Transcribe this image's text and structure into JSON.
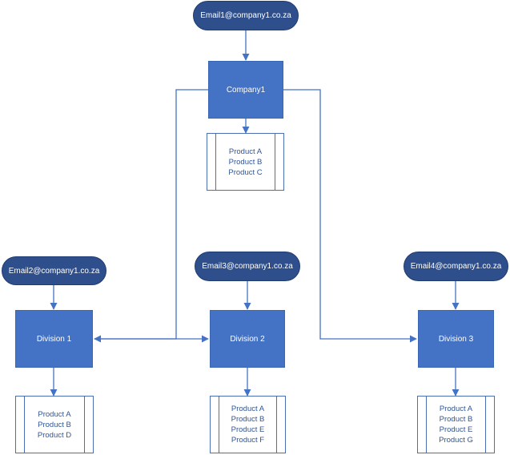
{
  "colors": {
    "pill_fill": "#2e4f8c",
    "box_fill": "#4472c4",
    "connector": "#4472c4",
    "product_text": "#2f5597"
  },
  "company": {
    "email": "Email1@company1.co.za",
    "name": "Company1",
    "products": [
      "Product A",
      "Product B",
      "Product C"
    ]
  },
  "divisions": [
    {
      "email": "Email2@company1.co.za",
      "name": "Division 1",
      "products": [
        "Product A",
        "Product B",
        "Product D"
      ]
    },
    {
      "email": "Email3@company1.co.za",
      "name": "Division 2",
      "products": [
        "Product A",
        "Product B",
        "Product E",
        "Product F"
      ]
    },
    {
      "email": "Email4@company1.co.za",
      "name": "Division 3",
      "products": [
        "Product A",
        "Product B",
        "Product E",
        "Product G"
      ]
    }
  ]
}
